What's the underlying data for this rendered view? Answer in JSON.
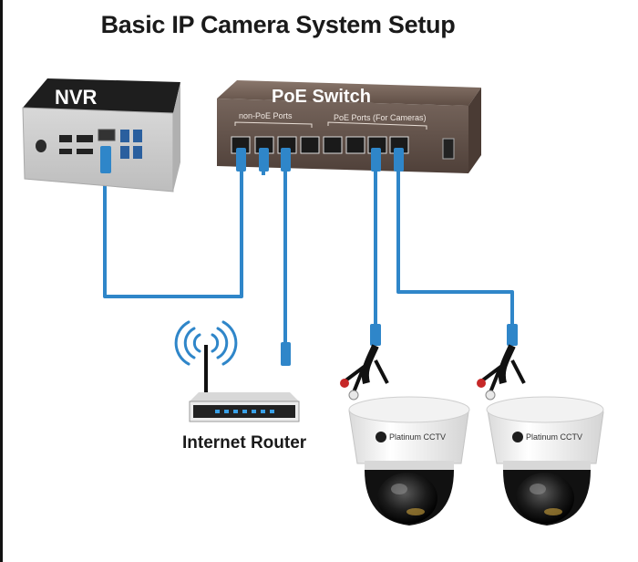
{
  "title": "Basic IP Camera System Setup",
  "nvr": {
    "label": "NVR"
  },
  "switch": {
    "label": "PoE Switch",
    "non_poe_label": "non-PoE Ports",
    "poe_label": "PoE Ports (For Cameras)"
  },
  "router": {
    "label": "Internet Router"
  },
  "cameras": [
    {
      "brand": "Platinum CCTV"
    },
    {
      "brand": "Platinum CCTV"
    }
  ],
  "colors": {
    "cable": "#2f86c9",
    "switch_body": "#6e5a50",
    "nvr_top": "#1e1e1e",
    "router_body": "#e9e9e9",
    "camera_body": "#f6f6f6"
  }
}
